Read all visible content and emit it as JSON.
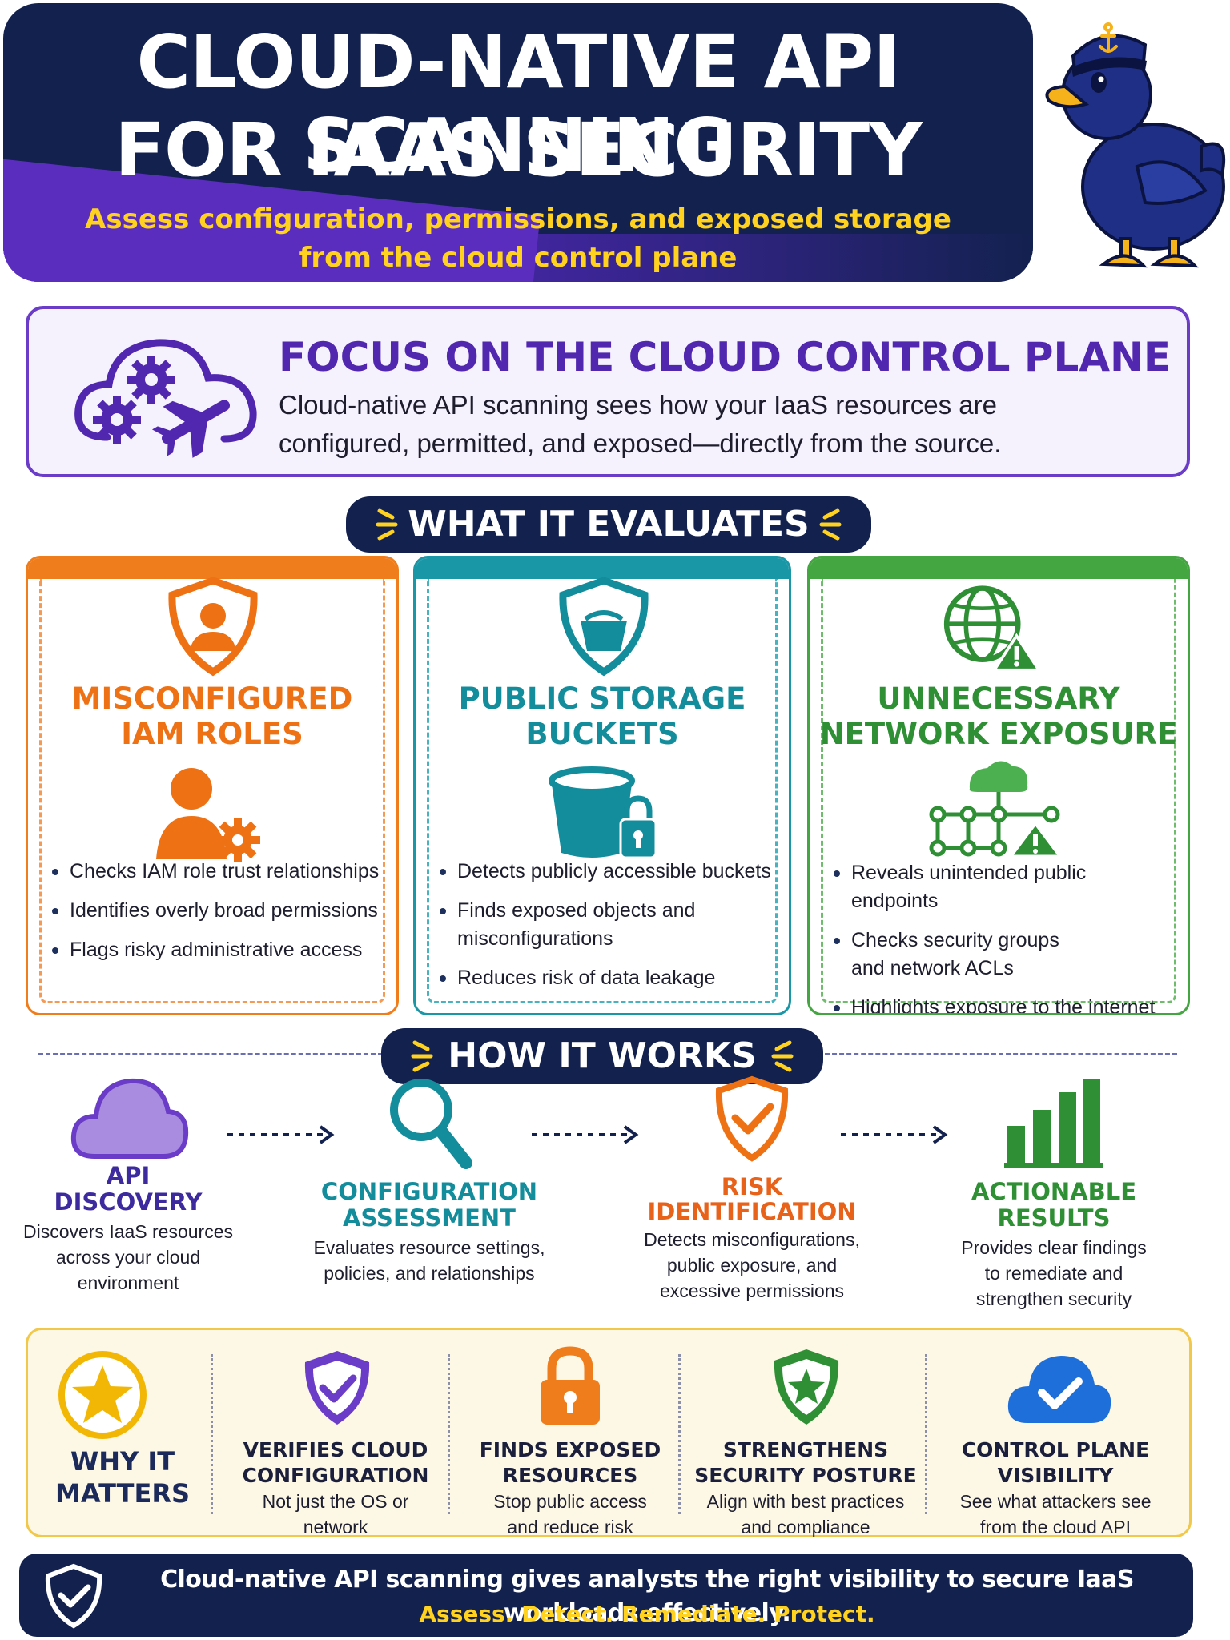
{
  "header": {
    "title_line1": "CLOUD-NATIVE API SCANNING",
    "title_line2": "FOR IAAS SECURITY",
    "subtitle_line1": "Assess configuration, permissions, and exposed storage",
    "subtitle_line2": "from the cloud control plane",
    "mascot_icon": "sailor-duck-icon"
  },
  "focus": {
    "icon": "cloud-gears-icon",
    "title": "FOCUS ON THE CLOUD CONTROL PLANE",
    "body_line1": "Cloud-native API scanning sees how your IaaS resources are",
    "body_line2": "configured, permitted, and exposed—directly from the source."
  },
  "evaluates": {
    "heading": "WHAT IT EVALUATES",
    "cards": [
      {
        "title_line1": "MISCONFIGURED",
        "title_line2": "IAM ROLES",
        "icon": "user-shield-icon",
        "bullets": [
          "Checks IAM role trust relationships",
          "Identifies overly broad permissions",
          "Flags risky administrative access"
        ]
      },
      {
        "title_line1": "PUBLIC STORAGE",
        "title_line2": "BUCKETS",
        "icon": "bucket-lock-icon",
        "bullets": [
          "Detects publicly accessible buckets",
          "Finds exposed objects and misconfigurations",
          "Reduces risk of data leakage"
        ]
      },
      {
        "title_line1": "UNNECESSARY",
        "title_line2": "NETWORK EXPOSURE",
        "icon": "globe-warning-icon",
        "bullets": [
          "Reveals unintended public endpoints",
          "Checks security groups and network ACLs",
          "Highlights exposure to the internet"
        ]
      }
    ]
  },
  "how": {
    "heading": "HOW IT WORKS",
    "steps": [
      {
        "title_line1": "API",
        "title_line2": "DISCOVERY",
        "desc_line1": "Discovers IaaS resources",
        "desc_line2": "across your cloud",
        "desc_line3": "environment",
        "icon": "cloud-icon"
      },
      {
        "title_line1": "CONFIGURATION",
        "title_line2": "ASSESSMENT",
        "desc_line1": "Evaluates resource settings,",
        "desc_line2": "policies, and relationships",
        "desc_line3": "",
        "icon": "magnifier-icon"
      },
      {
        "title_line1": "RISK",
        "title_line2": "IDENTIFICATION",
        "desc_line1": "Detects misconfigurations,",
        "desc_line2": "public exposure, and",
        "desc_line3": "excessive permissions",
        "icon": "shield-check-icon"
      },
      {
        "title_line1": "ACTIONABLE",
        "title_line2": "RESULTS",
        "desc_line1": "Provides clear findings",
        "desc_line2": "to remediate and",
        "desc_line3": "strengthen security",
        "icon": "bar-chart-icon"
      }
    ]
  },
  "why": {
    "title_line1": "WHY IT",
    "title_line2": "MATTERS",
    "items": [
      {
        "title_line1": "VERIFIES CLOUD",
        "title_line2": "CONFIGURATION",
        "desc_line1": "Not just the OS or",
        "desc_line2": "network",
        "icon": "shield-check-icon"
      },
      {
        "title_line1": "FINDS EXPOSED",
        "title_line2": "RESOURCES",
        "desc_line1": "Stop public access",
        "desc_line2": "and reduce risk",
        "icon": "padlock-icon"
      },
      {
        "title_line1": "STRENGTHENS",
        "title_line2": "SECURITY POSTURE",
        "desc_line1": "Align with best practices",
        "desc_line2": "and compliance",
        "icon": "shield-star-icon"
      },
      {
        "title_line1": "CONTROL PLANE",
        "title_line2": "VISIBILITY",
        "desc_line1": "See what attackers see",
        "desc_line2": "from the cloud API",
        "icon": "cloud-check-icon"
      }
    ]
  },
  "footer": {
    "line1": "Cloud-native API scanning gives analysts the right visibility to secure IaaS workloads effectively.",
    "line2": "Assess. Detect. Remediate. Protect."
  },
  "colors": {
    "navy": "#13214f",
    "purple": "#5127b0",
    "yellow": "#ffd21f",
    "orange": "#ee7114",
    "teal": "#138c9c",
    "green": "#2f8f34"
  }
}
